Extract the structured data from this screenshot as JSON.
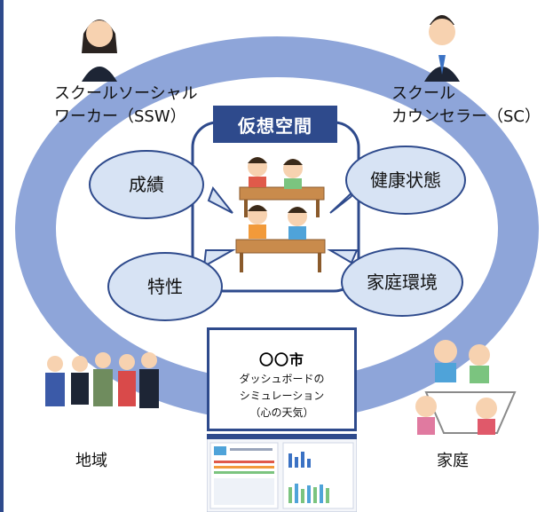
{
  "roles": {
    "ssw": [
      "スクールソーシャル",
      "ワーカー（SSW）"
    ],
    "sc": [
      "スクール",
      "カウンセラー（SC）"
    ],
    "community": "地域",
    "family": "家庭"
  },
  "virtual_space": {
    "title": "仮想空間",
    "bubbles": [
      "成績",
      "健康状態",
      "特性",
      "家庭環境"
    ]
  },
  "dashboard": {
    "city": "〇〇市",
    "desc": [
      "ダッシュボードの",
      "シミュレーション",
      "（心の天気）"
    ]
  },
  "colors": {
    "ring": "#8ea5d9",
    "navy": "#2e4a8c",
    "bubble_fill": "#d7e3f4",
    "bubble_stroke": "#2e4a8c"
  }
}
